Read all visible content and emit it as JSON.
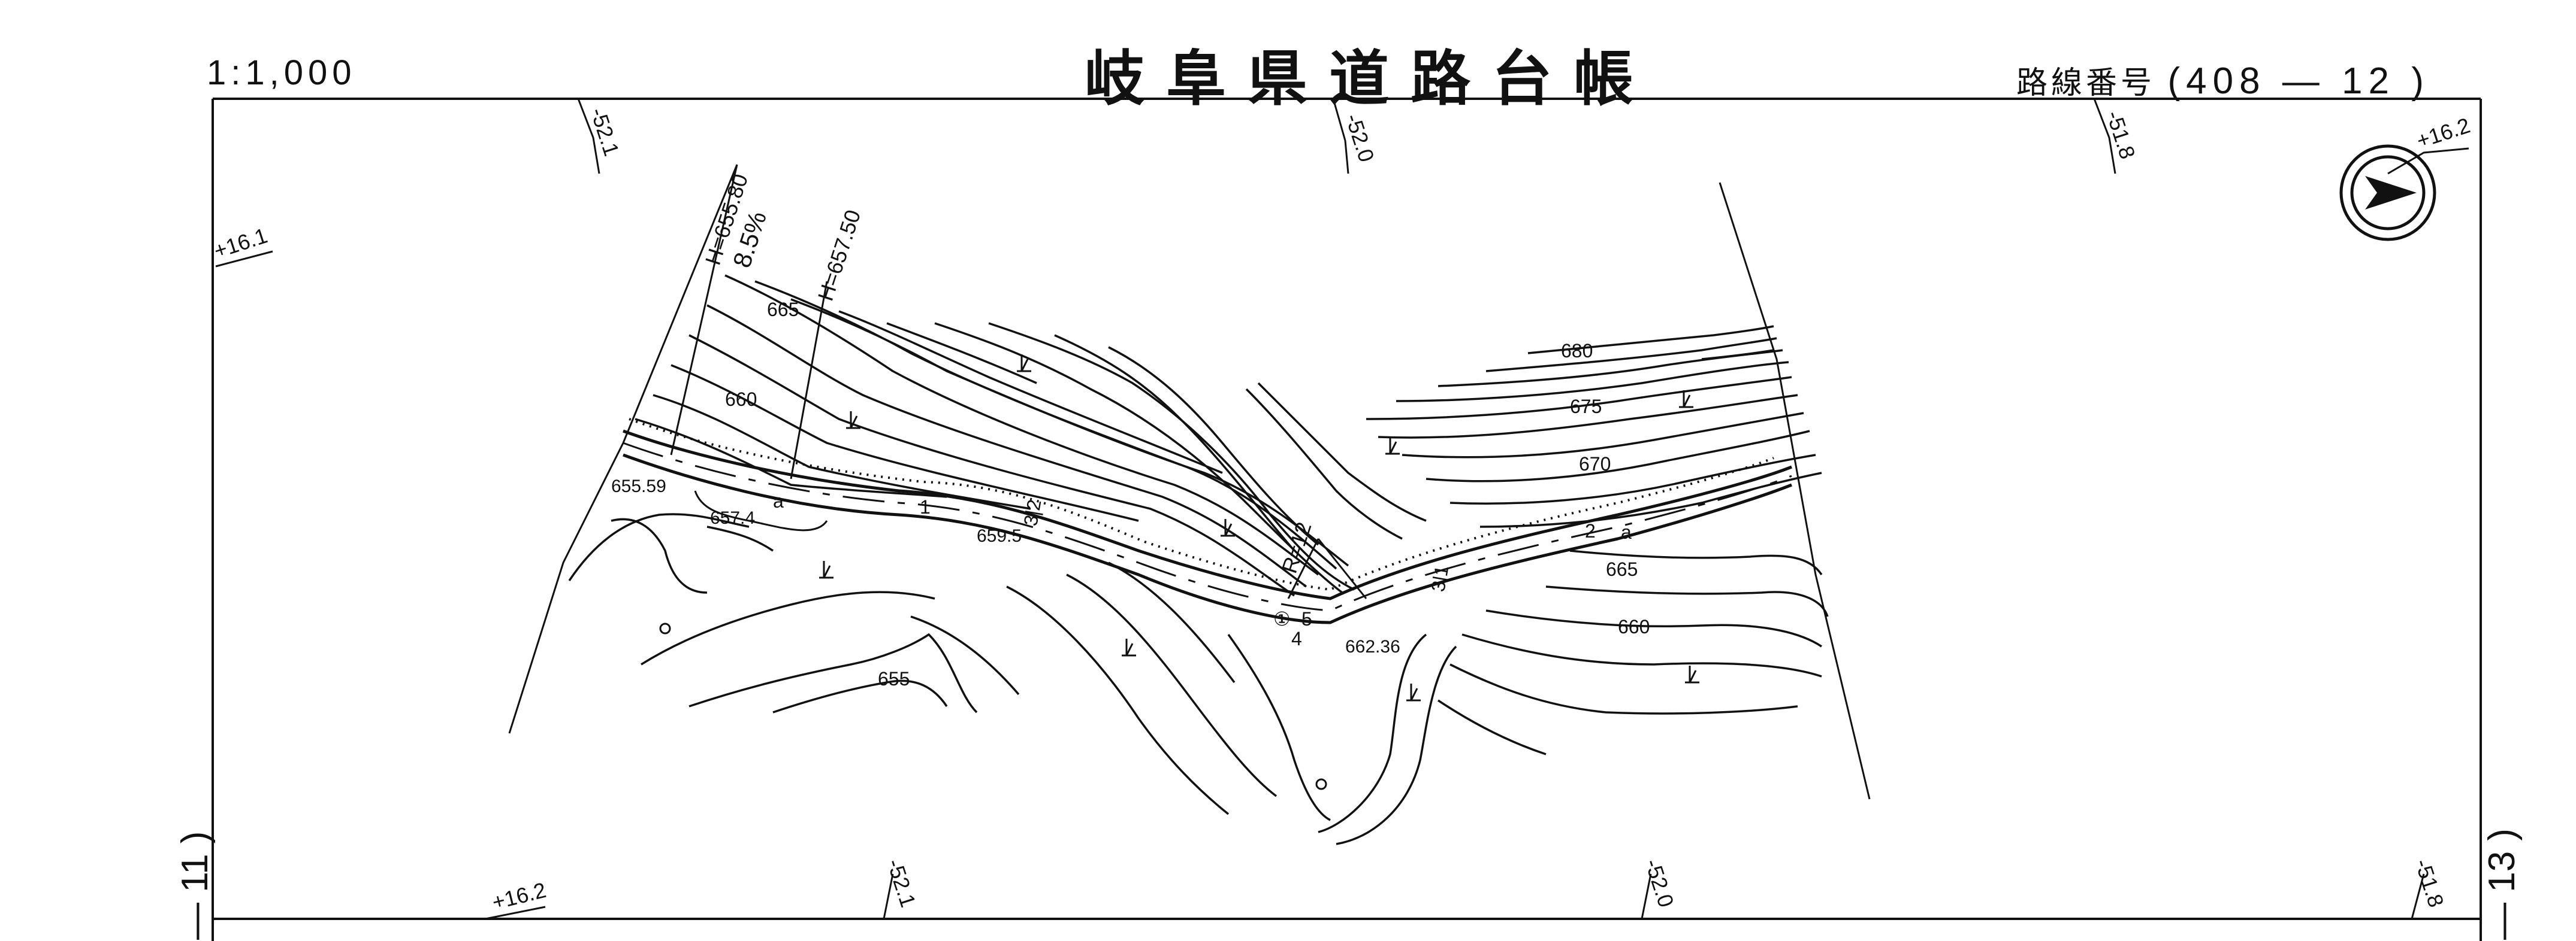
{
  "header": {
    "scale": "1:1,000",
    "title": "岐阜県道路台帳",
    "route_label": "路線番号",
    "route_number": "(408 — 12 )"
  },
  "sheet_refs": {
    "left": "— 11 )",
    "right": "— 13 )"
  },
  "grid_labels": {
    "top_left": "-52.1",
    "top_mid": "-52.0",
    "top_right": "-51.8",
    "bottom_mid_left": "-52.1",
    "bottom_mid_right": "-52.0",
    "bottom_right": "-51.8",
    "left_mid": "+16.1",
    "right_top": "+16.2",
    "bottom_left": "+16.2"
  },
  "annotations": {
    "elev_h1": "H=655.80",
    "grade": "8.5%",
    "elev_h2": "H=657.50",
    "radius": "R=12",
    "contour_665a": "665",
    "contour_660a": "660",
    "contour_680": "680",
    "contour_675": "675",
    "contour_670": "670",
    "contour_665b": "665",
    "contour_660b": "660",
    "contour_655": "655",
    "spot_655_59": "655.59",
    "spot_657_4": "657.4",
    "spot_659_5": "659.5",
    "spot_662_36": "662.36",
    "curve_id": "①",
    "marker_a1": "a",
    "marker_a2": "a",
    "marker_1": "1",
    "marker_2": "2",
    "marker_3": "3|2",
    "marker_31": "3|1",
    "marker_4": "4",
    "marker_5": "5"
  },
  "icons": {
    "north_arrow": "north-arrow-icon",
    "veg": "grass-symbol-icon",
    "tree": "broadleaf-tree-icon"
  }
}
